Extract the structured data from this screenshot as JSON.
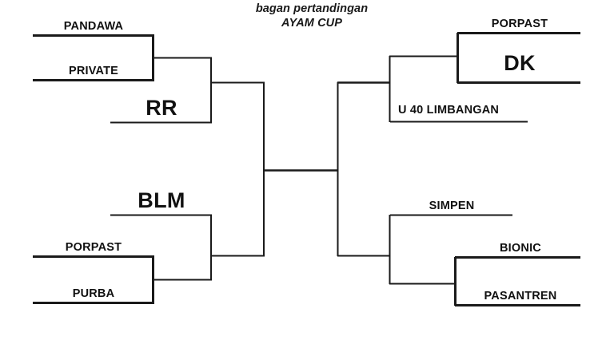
{
  "title": {
    "line1": "bagan pertandingan",
    "line2": "AYAM CUP"
  },
  "bracket": {
    "type": "single-elimination",
    "orientation": "two-sided",
    "line_color": "#1a1a1a",
    "background": "#ffffff",
    "left_side": {
      "round1": [
        {
          "id": "pandawa",
          "label": "PANDAWA"
        },
        {
          "id": "private",
          "label": "PRIVATE"
        },
        {
          "id": "porpast-left",
          "label": "PORPAST"
        },
        {
          "id": "purba",
          "label": "PURBA"
        }
      ],
      "round2": [
        {
          "id": "rr",
          "label": "RR"
        },
        {
          "id": "blm",
          "label": "BLM"
        }
      ]
    },
    "right_side": {
      "round1": [
        {
          "id": "porpast-right",
          "label": "PORPAST"
        },
        {
          "id": "dk",
          "label": "DK"
        },
        {
          "id": "bionic",
          "label": "BIONIC"
        },
        {
          "id": "pasantren",
          "label": "PASANTREN"
        }
      ],
      "round2": [
        {
          "id": "u40-limbangan",
          "label": "U 40 LIMBANGAN"
        },
        {
          "id": "simpen",
          "label": "SIMPEN"
        }
      ]
    }
  }
}
